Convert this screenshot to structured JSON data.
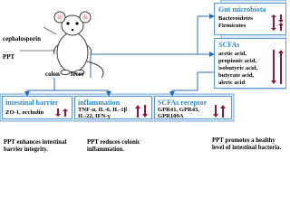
{
  "left_labels": {
    "drug": "cephalosporin",
    "treatment": "PPT",
    "colon": "colon",
    "feces": "feces"
  },
  "gut_microbiota": {
    "title": "Gut microbiota",
    "items": [
      {
        "name": "Bacteroidetes",
        "cephalosporin": "up",
        "ppt": "down"
      },
      {
        "name": "Firmicutes",
        "cephalosporin": "down",
        "ppt": "up"
      }
    ]
  },
  "scfas": {
    "title": "SCFAs",
    "items": [
      "acetic acid,",
      "propionic acid,",
      "isobutyric acid,",
      "butyrate acid,",
      "aleric acid"
    ],
    "cephalosporin": "down",
    "ppt": "up"
  },
  "intestinal_barrier": {
    "title": "intestinal barrier",
    "text": "ZO-1, occludin",
    "cephalosporin": "down",
    "ppt": "up",
    "note": "PPT enhances intestinal barrier integrity."
  },
  "inflammation": {
    "title": "inflammation",
    "line1": "TNF-α, IL-6, IL-1β",
    "line2": "IL-22, IFN-γ",
    "cephalosporin": "up",
    "ppt": "down",
    "note": "PPT reduces colonic inflammation."
  },
  "scfas_receptor": {
    "title": "SCFAs receptor",
    "line1": "GPR41, GPR43,",
    "line2": "GPR109A",
    "cephalosporin": "down",
    "ppt": "up",
    "note": "PPT promotes a healthy level of intestinal bacteria."
  },
  "colors": {
    "box_border": "#5b9bd5",
    "title_blue": "#2e86c1",
    "arrow_maroon": "#8b1a3a",
    "panel_fill": "#dbeaf6",
    "connector": "#2f6fb0"
  }
}
